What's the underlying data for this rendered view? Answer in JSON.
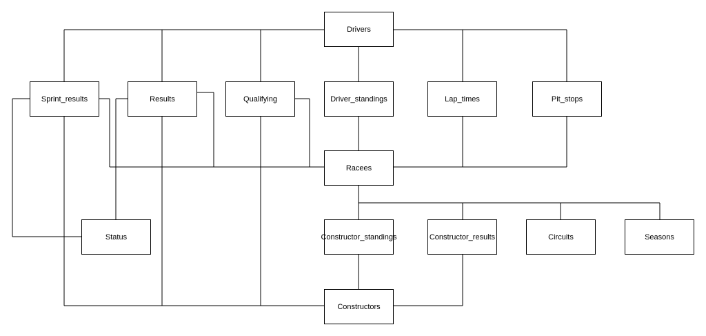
{
  "diagram": {
    "colors": {
      "line": "#000000",
      "box_border": "#000000",
      "background": "#ffffff"
    },
    "entities": {
      "drivers": "Drivers",
      "sprint_results": "Sprint_results",
      "results": "Results",
      "qualifying": "Qualifying",
      "driver_standings": "Driver_standings",
      "lap_times": "Lap_times",
      "pit_stops": "Pit_stops",
      "racees": "Racees",
      "status": "Status",
      "constructor_standings": "Constructor_standings",
      "constructor_results": "Constructor_results",
      "circuits": "Circuits",
      "seasons": "Seasons",
      "constructors": "Constructors"
    }
  }
}
